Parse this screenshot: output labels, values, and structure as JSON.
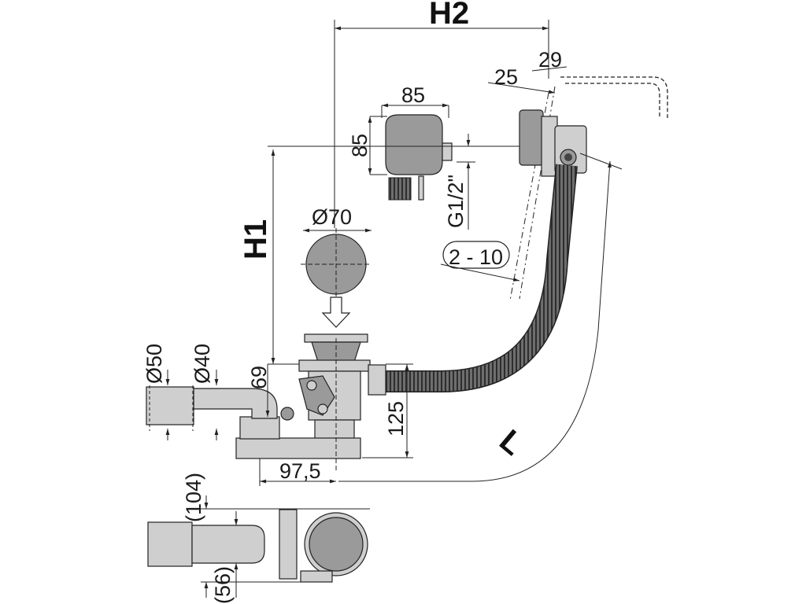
{
  "dimensions": {
    "h2": "H2",
    "h1": "H1",
    "l": "L",
    "d29": "29",
    "d25": "25",
    "d85w": "85",
    "d85h": "85",
    "g12": "G1/2\"",
    "d70": "Ø70",
    "d2_10": "2 - 10",
    "d50": "Ø50",
    "d40": "Ø40",
    "d69": "69",
    "d125": "125",
    "d97_5": "97,5",
    "d104": "(104)",
    "d56": "(56)"
  }
}
